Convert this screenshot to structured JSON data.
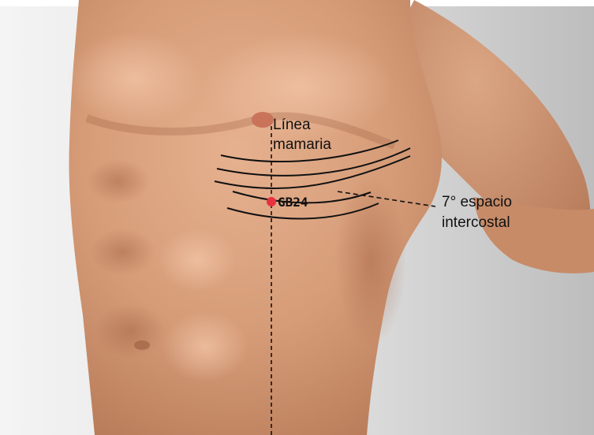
{
  "figure": {
    "subject": "torso-anatomy-illustration",
    "labels": {
      "mammary_line": [
        "Línea",
        "mamaria"
      ],
      "intercostal_space": [
        "7° espacio",
        "intercostal"
      ],
      "point_code": "GB24"
    },
    "colors": {
      "point": "#e8313f",
      "background": "#c9c9c9",
      "skin": "#d9a07e",
      "line": "#111111"
    }
  }
}
